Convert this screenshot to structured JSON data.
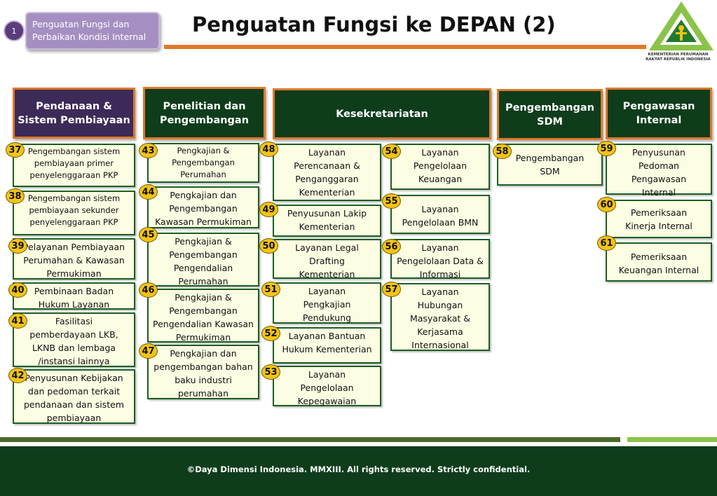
{
  "section": {
    "number": "1",
    "tag": "Penguatan Fungsi dan Perbaikan Kondisi Internal"
  },
  "title": "Penguatan Fungsi ke DEPAN (2)",
  "logo": {
    "text": "KEMENTERIAN PERUMAHAN RAKYAT REPUBLIK INDONESIA"
  },
  "colors": {
    "accent_orange": "#e0782a",
    "dark_green": "#0f3d1c",
    "purple": "#3c2a58",
    "badge_yellow": "#f3c315",
    "item_bg": "#fdfde3"
  },
  "columns": [
    {
      "header": "Pendanaan & Sistem Pembiayaan"
    },
    {
      "header": "Penelitian dan Pengembangan"
    },
    {
      "header": "Kesekretariatan"
    },
    {
      "header": "Pengembangan SDM"
    },
    {
      "header": "Pengawasan Internal"
    }
  ],
  "items": [
    {
      "num": "37",
      "label": "Pengembangan sistem pembiayaan primer penyelenggaraan PKP"
    },
    {
      "num": "38",
      "label": "Pengembangan sistem pembiayaan sekunder penyelenggaraan PKP"
    },
    {
      "num": "39",
      "label": "Pelayanan Pembiayaan Perumahan & Kawasan Permukiman"
    },
    {
      "num": "40",
      "label": "Pembinaan Badan Hukum Layanan"
    },
    {
      "num": "41",
      "label": "Fasilitasi pemberdayaan LKB, LKNB dan lembaga /instansi lainnya"
    },
    {
      "num": "42",
      "label": "Penyusunan Kebijakan dan pedoman terkait pendanaan dan sistem pembiayaan"
    },
    {
      "num": "43",
      "label": "Pengkajian & Pengembangan Perumahan"
    },
    {
      "num": "44",
      "label": "Pengkajian dan Pengembangan Kawasan Permukiman"
    },
    {
      "num": "45",
      "label": "Pengkajian & Pengembangan Pengendalian Perumahan"
    },
    {
      "num": "46",
      "label": "Pengkajian & Pengembangan Pengendalian Kawasan Permukiman"
    },
    {
      "num": "47",
      "label": "Pengkajian dan pengembangan bahan baku industri perumahan"
    },
    {
      "num": "48",
      "label": "Layanan Perencanaan & Penganggaran Kementerian"
    },
    {
      "num": "49",
      "label": "Penyusunan Lakip Kementerian"
    },
    {
      "num": "50",
      "label": "Layanan Legal Drafting Kementerian"
    },
    {
      "num": "51",
      "label": "Layanan Pengkajian Pendukung Kebijakan"
    },
    {
      "num": "52",
      "label": "Layanan Bantuan Hukum Kementerian"
    },
    {
      "num": "53",
      "label": "Layanan Pengelolaan Kepegawaian"
    },
    {
      "num": "54",
      "label": "Layanan Pengelolaan Keuangan"
    },
    {
      "num": "55",
      "label": "Layanan Pengelolaan BMN"
    },
    {
      "num": "56",
      "label": "Layanan Pengelolaan Data & Informasi"
    },
    {
      "num": "57",
      "label": "Layanan Hubungan Masyarakat & Kerjasama Internasional"
    },
    {
      "num": "58",
      "label": "Pengembangan SDM"
    },
    {
      "num": "59",
      "label": "Penyusunan Pedoman Pengawasan Internal"
    },
    {
      "num": "60",
      "label": "Pemeriksaan Kinerja Internal"
    },
    {
      "num": "61",
      "label": "Pemeriksaan Keuangan Internal"
    }
  ],
  "footer": "©Daya Dimensi Indonesia. MMXIII. All rights reserved. Strictly confidential."
}
